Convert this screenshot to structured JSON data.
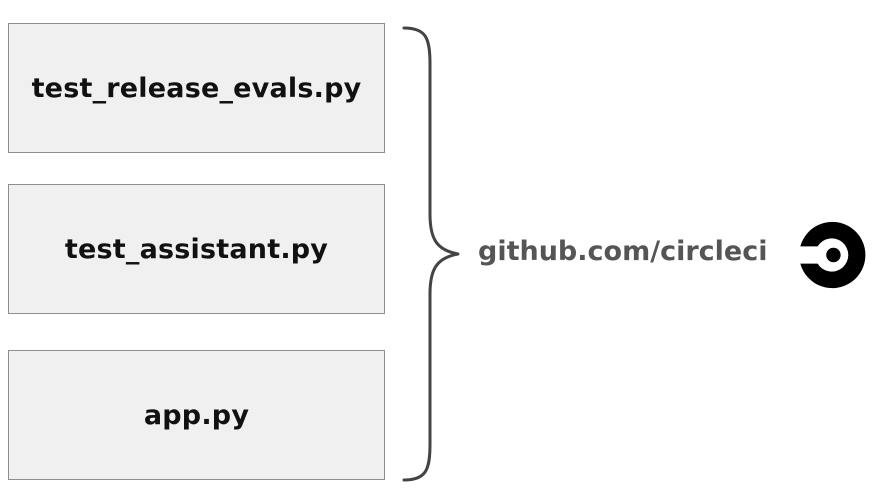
{
  "files": [
    {
      "label": "test_release_evals.py"
    },
    {
      "label": "test_assistant.py"
    },
    {
      "label": "app.py"
    }
  ],
  "repo": {
    "label": "github.com/circleci"
  },
  "logo": {
    "icon": "circleci-logo-icon",
    "color": "#000000"
  },
  "colors": {
    "box_fill": "#f0f0f0",
    "box_border": "#8e8e8e",
    "brace": "#444444",
    "repo_text": "#555555"
  }
}
